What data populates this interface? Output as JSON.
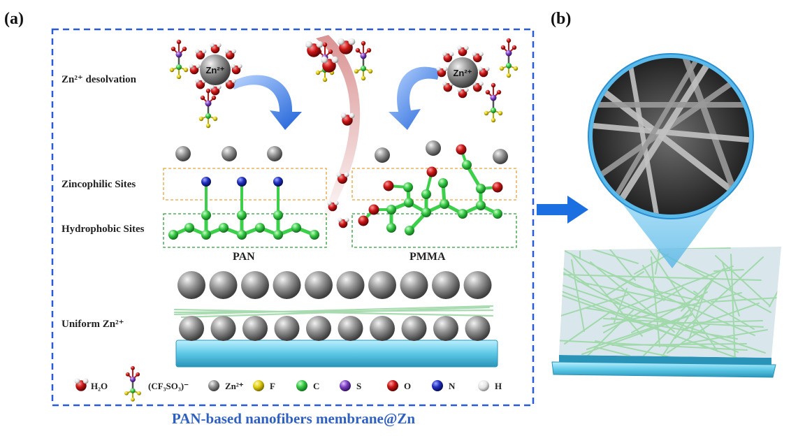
{
  "panels": {
    "a": "(a)",
    "b": "(b)"
  },
  "labels": {
    "desolvation": "Zn²⁺ desolvation",
    "zincophilic": "Zincophilic Sites",
    "hydrophobic": "Hydrophobic Sites",
    "uniform": "Uniform Zn²⁺",
    "pan": "PAN",
    "pmma": "PMMA",
    "zn_ion": "Zn²⁺"
  },
  "legend": [
    {
      "name": "h2o",
      "label": "H₂O",
      "symbol": "water"
    },
    {
      "name": "triflate",
      "label": "(CF₃SO₃)⁻",
      "symbol": "triflate"
    },
    {
      "name": "zn",
      "label": "Zn²⁺",
      "color": "#8a8a8a"
    },
    {
      "name": "f",
      "label": "F",
      "color": "#e0cc10"
    },
    {
      "name": "c",
      "label": "C",
      "color": "#3bcf4a"
    },
    {
      "name": "s",
      "label": "S",
      "color": "#7a3fc0"
    },
    {
      "name": "o",
      "label": "O",
      "color": "#d11d1d"
    },
    {
      "name": "n",
      "label": "N",
      "color": "#1f2fbf"
    },
    {
      "name": "h",
      "label": "H",
      "color": "#e8e8e8"
    }
  ],
  "caption": "PAN-based nanofibers membrane@Zn",
  "colors": {
    "frame": "#2a5bd7",
    "zincophilic_box": "#e6a23c",
    "hydrophobic_box": "#2e9e3a",
    "substrate": "#5cc8e6",
    "fiber": "#a7e3b6",
    "arrow": "#1b6fe0"
  }
}
